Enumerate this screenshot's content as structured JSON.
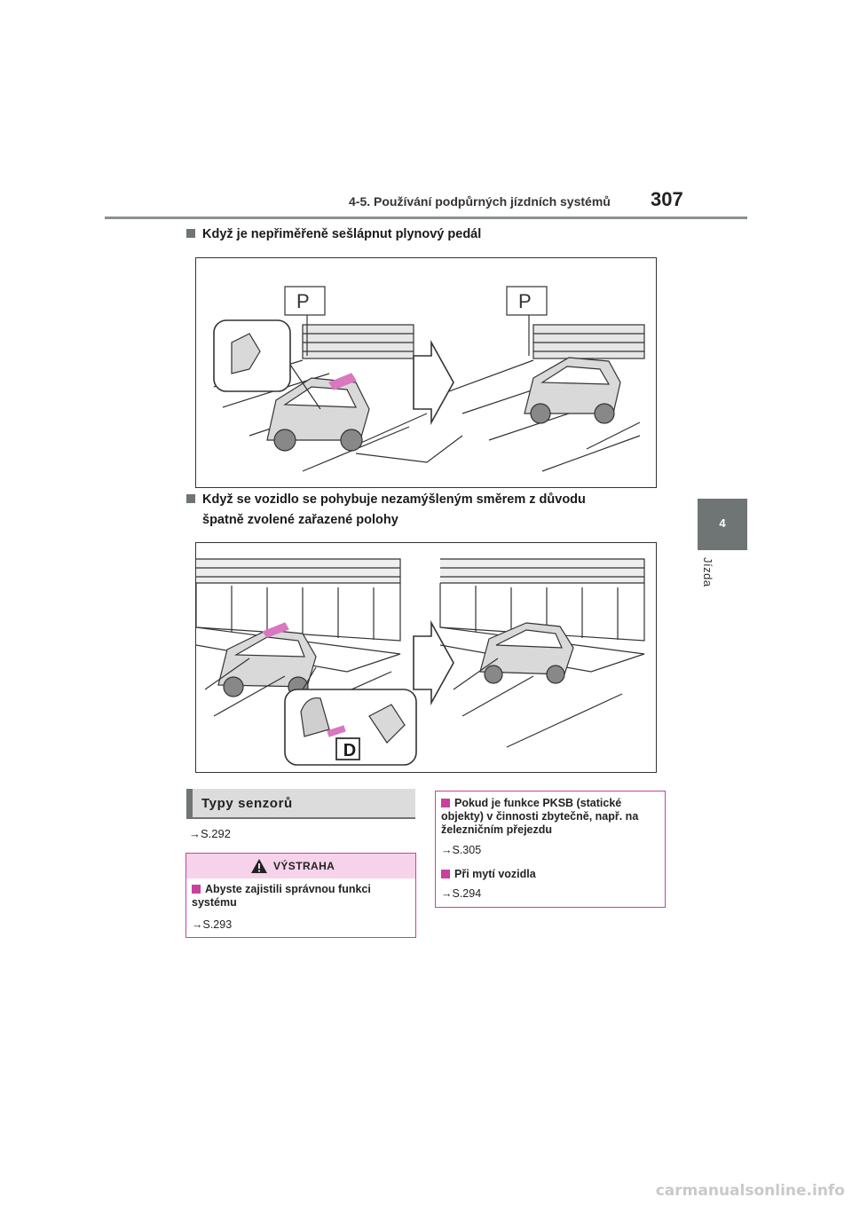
{
  "header": {
    "section_title": "4-5. Používání podpůrných jízdních systémů",
    "page_number": "307"
  },
  "side_tab": {
    "number": "4",
    "label": "Jízda"
  },
  "headings": {
    "h1": "Když je nepřiměřeně sešlápnut plynový pedál",
    "h2_line1": "Když se vozidlo se pohybuje nezamýšleným směrem z důvodu",
    "h2_line2": "špatně zvolené zařazené polohy"
  },
  "figure2": {
    "gear_label": "D"
  },
  "sensor_section": {
    "title": "Typy senzorů",
    "ref": "→S.292"
  },
  "warning_box": {
    "title": "VÝSTRAHA",
    "item": "Abyste zajistili správnou funkci systému",
    "ref": "→S.293"
  },
  "info_box": {
    "item1": "Pokud je funkce PKSB (statické objekty) v činnosti zbytečně, např. na železničním přejezdu",
    "ref1": "→S.305",
    "item2": "Při mytí vozidla",
    "ref2": "→S.294"
  },
  "footer": {
    "watermark": "carmanualsonline.info"
  },
  "colors": {
    "accent_gray": "#6e7574",
    "pink": "#c9409e",
    "pink_light": "#f6d3ea",
    "pedal_highlight": "#d977c0"
  }
}
